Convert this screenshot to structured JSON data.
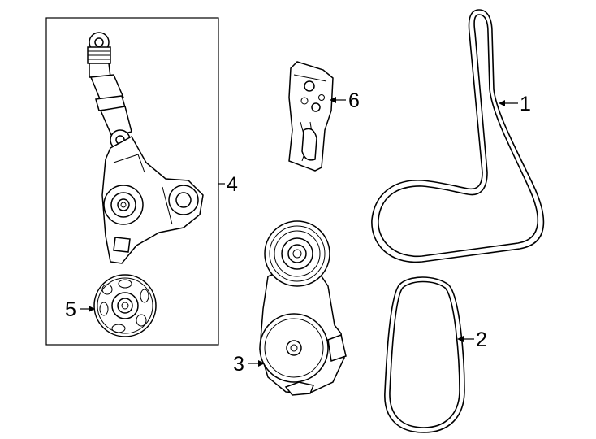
{
  "callouts": {
    "belt_long": "1",
    "belt_short": "2",
    "tensioner": "3",
    "tensioner_assembly": "4",
    "idler_pulley": "5",
    "bracket": "6"
  }
}
